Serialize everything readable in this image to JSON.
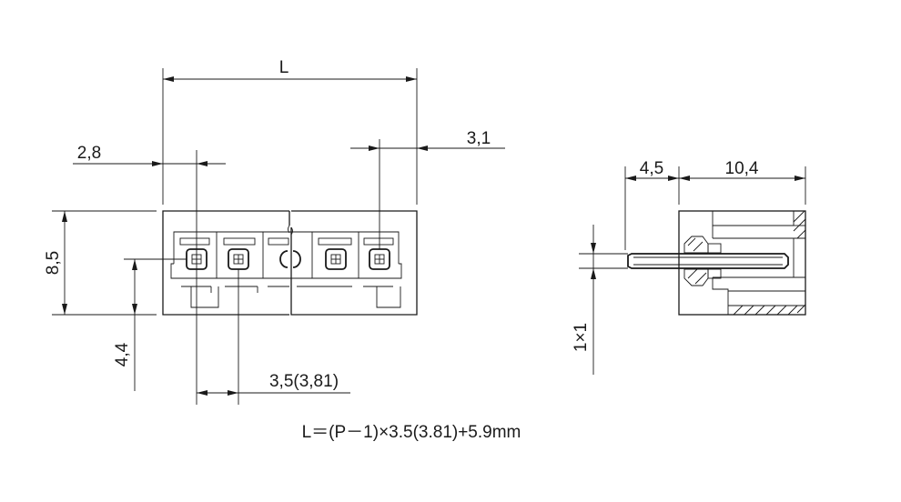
{
  "front_view": {
    "dim_length": "L",
    "dim_left_offset": "2,8",
    "dim_right_offset": "3,1",
    "dim_height": "8,5",
    "dim_pin_height": "4,4",
    "dim_pitch": "3,5(3,81)"
  },
  "side_view": {
    "dim_pin_extension": "4,5",
    "dim_body_depth": "10,4",
    "dim_pin_section": "1×1"
  },
  "formula": "L＝(P－1)×3.5(3.81)+5.9mm"
}
